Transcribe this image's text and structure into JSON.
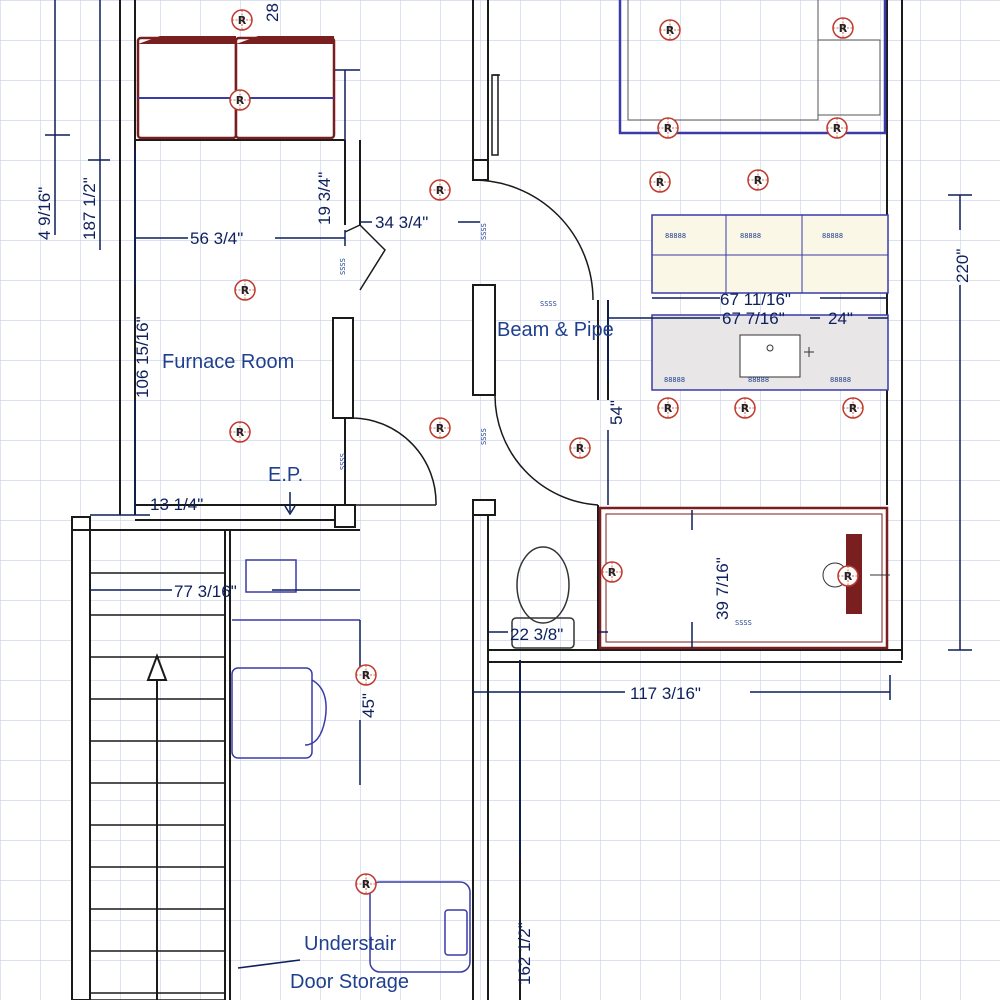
{
  "rooms": {
    "furnace_room": "Furnace Room",
    "ep": "E.P.",
    "beam_pipe": "Beam & Pipe",
    "understair_1": "Understair",
    "understair_2": "Door Storage"
  },
  "dimensions": {
    "d_4916": "4 9/16\"",
    "d_1871_2": "187 1/2\"",
    "d_28": "28",
    "d_19_3_4": "19 3/4\"",
    "d_56_3_4": "56 3/4\"",
    "d_34_3_4": "34 3/4\"",
    "d_106": "106 15/16\"",
    "d_13_1_4": "13 1/4\"",
    "d_77": "77 3/16\"",
    "d_45": "45\"",
    "d_54": "54\"",
    "d_67_11": "67 11/16\"",
    "d_67_7": "67 7/16\"",
    "d_24": "24\"",
    "d_220": "220\"",
    "d_39": "39 7/16\"",
    "d_22": "22 3/8\"",
    "d_117": "117 3/16\"",
    "d_162": "162 1/2\""
  },
  "marker_label": "R",
  "tiny_labels": {
    "a": "SSSS",
    "b": "88888"
  },
  "colors": {
    "grid": "#c7cfe8",
    "wall": "#1a1a1a",
    "dim": "#0d1f5c",
    "marker": "#c0392b",
    "cabinet": "#7a1f1f"
  }
}
